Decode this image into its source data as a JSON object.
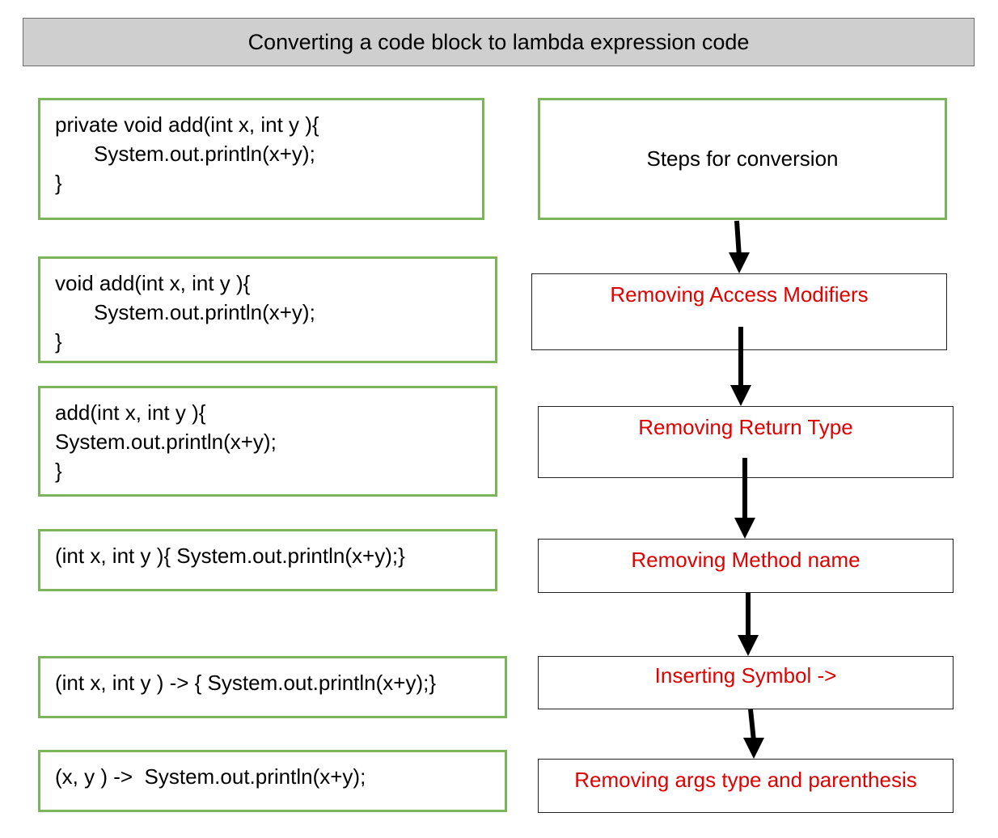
{
  "title": "Converting a code block to lambda expression code",
  "code_blocks": [
    {
      "lines": [
        "private void add(int x, int y ){",
        "System.out.println(x+y);",
        "}"
      ]
    },
    {
      "lines": [
        "void add(int x, int y ){",
        "System.out.println(x+y);",
        "}"
      ]
    },
    {
      "lines": [
        "add(int x, int y ){",
        "System.out.println(x+y);",
        "}"
      ]
    },
    {
      "lines": [
        "(int x, int y ){ System.out.println(x+y);}"
      ]
    },
    {
      "lines": [
        "(int x, int y ) -> { System.out.println(x+y);}"
      ]
    },
    {
      "lines": [
        "(x, y ) ->  System.out.println(x+y);"
      ]
    }
  ],
  "steps_header": "Steps for conversion",
  "steps": [
    "Removing Access Modifiers",
    "Removing Return Type",
    "Removing Method name",
    "Inserting Symbol ->",
    "Removing args type and parenthesis"
  ],
  "colors": {
    "code_border": "#7bb45a",
    "step_text": "#e00000",
    "title_bg": "#d0cfcf"
  }
}
